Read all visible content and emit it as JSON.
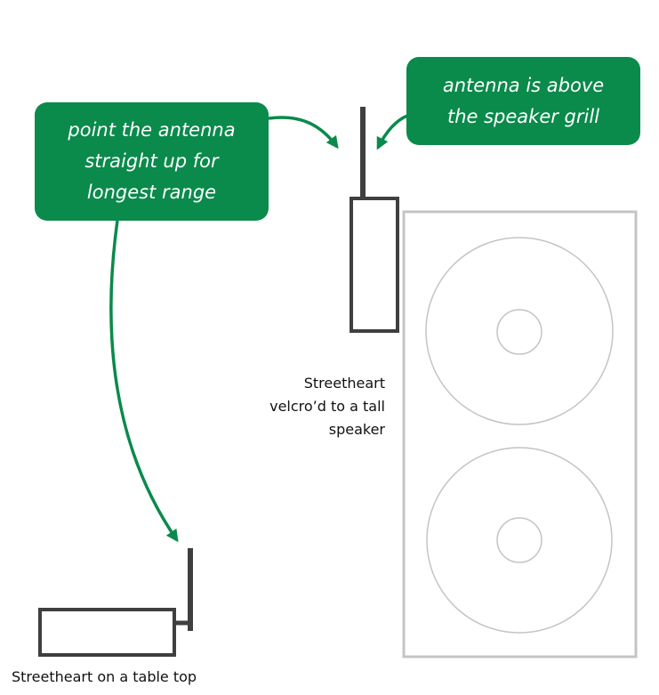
{
  "callouts": {
    "antenna_up": {
      "lines": [
        "point the antenna",
        "straight up for",
        "longest range"
      ]
    },
    "antenna_above": {
      "lines": [
        "antenna is above",
        "the speaker grill"
      ]
    }
  },
  "labels": {
    "speaker_mount": {
      "lines": [
        "Streetheart",
        "velcro’d to a tall",
        "speaker"
      ]
    },
    "table_top": "Streetheart on a table top"
  },
  "colors": {
    "accent_green": "#0a8a4b",
    "device_stroke": "#3f3f3f",
    "speaker_stroke": "#c4c4c4",
    "text": "#111111"
  }
}
